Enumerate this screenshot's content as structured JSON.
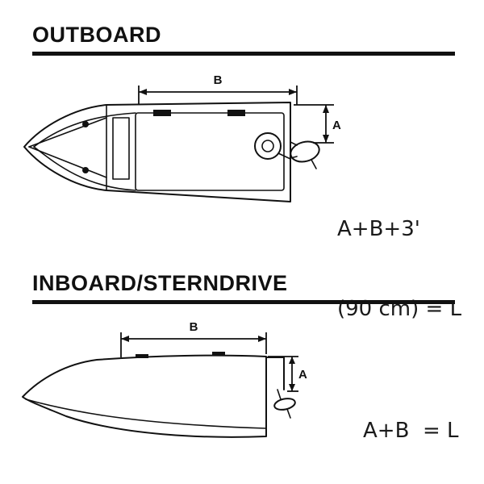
{
  "colors": {
    "ink": "#111111",
    "background": "#ffffff"
  },
  "outboard": {
    "title": "OUTBOARD",
    "dim_b": "B",
    "dim_a": "A",
    "formula_line1": "A+B+3'",
    "formula_line2": "(90 cm) = L"
  },
  "inboard": {
    "title": "INBOARD/STERNDRIVE",
    "dim_b": "B",
    "dim_a": "A",
    "formula": "A+B  = L"
  }
}
